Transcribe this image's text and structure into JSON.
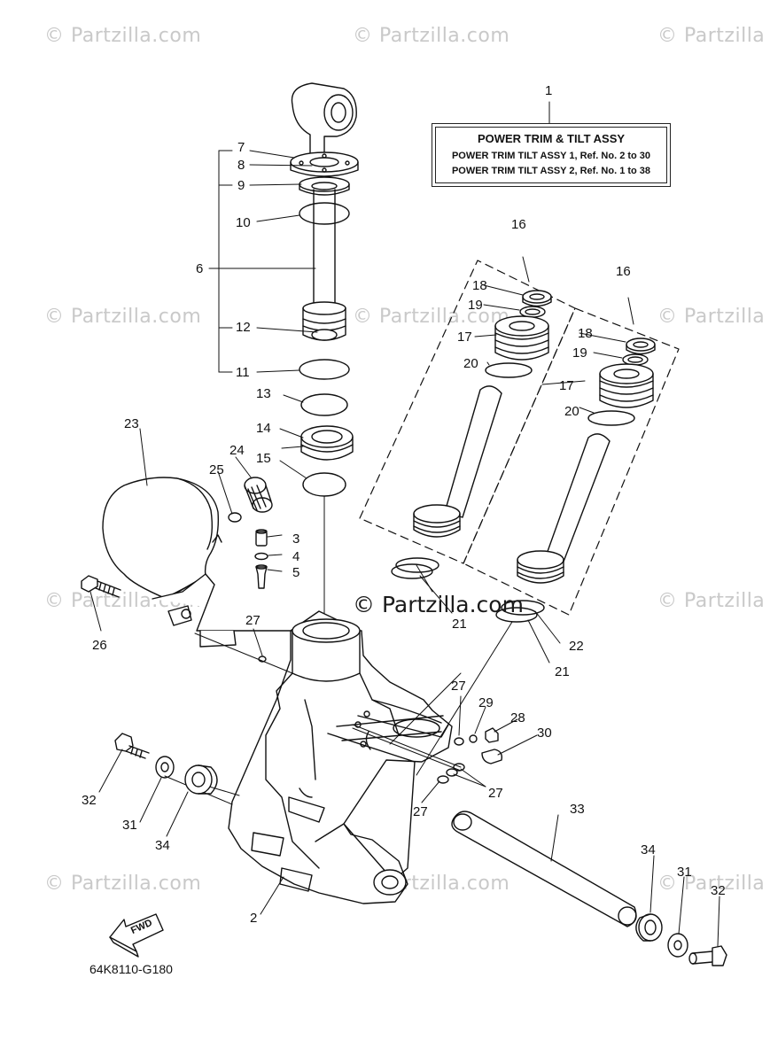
{
  "watermarks": [
    {
      "text": "© Partzilla.com"
    },
    {
      "text": "© Partzilla.com"
    },
    {
      "text": "© Partzilla"
    },
    {
      "text": "© Partzilla.com"
    },
    {
      "text": "© Partzilla.com"
    },
    {
      "text": "© Partzilla"
    },
    {
      "text": "© Partzilla.com"
    },
    {
      "text": "© Partzilla"
    },
    {
      "text": "© Partzilla.com"
    },
    {
      "text": "© Partzilla.com"
    },
    {
      "text": "© Partzilla"
    }
  ],
  "center_watermark": "© Partzilla.com",
  "assembly_box": {
    "title": "POWER TRIM & TILT ASSY",
    "line1": "POWER TRIM TILT ASSY 1,   Ref. No. 2 to 30",
    "line2": "POWER TRIM TILT ASSY 2,   Ref. No. 1 to 38"
  },
  "callouts": [
    "1",
    "7",
    "8",
    "9",
    "10",
    "6",
    "12",
    "11",
    "13",
    "14",
    "15",
    "16",
    "18",
    "19",
    "17",
    "20",
    "16",
    "18",
    "19",
    "17",
    "20",
    "23",
    "24",
    "25",
    "3",
    "4",
    "5",
    "26",
    "27",
    "21",
    "22",
    "21",
    "27",
    "29",
    "28",
    "30",
    "27",
    "27",
    "32",
    "31",
    "34",
    "33",
    "2",
    "34",
    "31",
    "32"
  ],
  "fwd_label": "FWD",
  "diagram_code": "64K8110-G180"
}
